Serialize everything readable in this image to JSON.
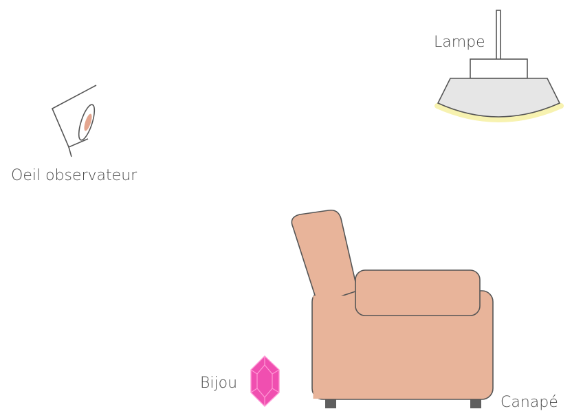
{
  "labels": {
    "eye": "Oeil observateur",
    "lamp": "Lampe",
    "sofa": "Canapé",
    "jewel": "Bijou"
  },
  "colors": {
    "sofa_fill": "#e8b49a",
    "sofa_feet": "#5f5f5f",
    "lamp_shade": "#e6e6e6",
    "lamp_glow": "#f7f2b0",
    "jewel_fill": "#f04fb0",
    "jewel_edge": "#ff9ad6",
    "iris": "#e4a58e",
    "outline": "#555555"
  },
  "icons": [
    "eye-icon",
    "lamp-icon",
    "sofa-icon",
    "jewel-icon"
  ]
}
